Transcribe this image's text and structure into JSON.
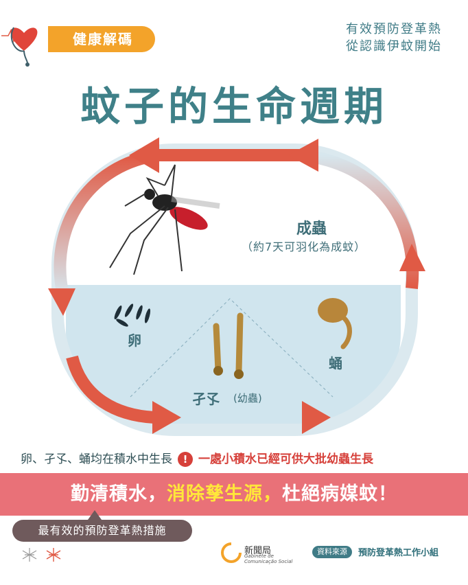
{
  "header": {
    "badge": "健康解碼",
    "tagline_line1": "有效預防登革熱",
    "tagline_line2": "從認識伊蚊開始"
  },
  "title": "蚊子的生命週期",
  "stages": {
    "adult": "成蟲",
    "adult_note": "（約7天可羽化為成蚊）",
    "egg": "卵",
    "pupa": "蛹",
    "larva": "孑孓",
    "larva_note": "(幼蟲)"
  },
  "info": {
    "left": "卵、孑孓、蛹均在積水中生長",
    "warning_icon": "!",
    "right": "一處小積水已經可供大批幼蟲生長"
  },
  "banner": {
    "part1": "勤清積水，",
    "part2": "消除孳生源，",
    "part3": "杜絕病媒蚊！"
  },
  "subtitle": "最有效的預防登革熱措施",
  "footer": {
    "org_name": "新聞局",
    "org_pt_line1": "Gabinete de",
    "org_pt_line2": "Comunicação Social",
    "source_label": "資料來源",
    "source_name": "預防登革熱工作小組"
  },
  "colors": {
    "accent_orange": "#f3a32a",
    "teal": "#3f8088",
    "arrow_red": "#e05a45",
    "band_pink": "#e97178",
    "highlight_yellow": "#ffe73a"
  }
}
